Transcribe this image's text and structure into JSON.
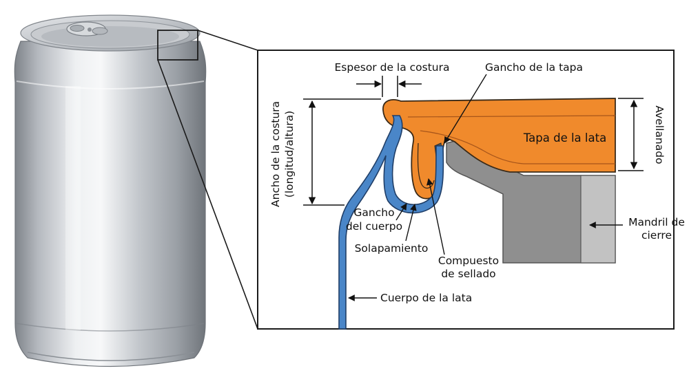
{
  "labels": {
    "seam_thickness": "Espesor de la costura",
    "cover_hook": "Gancho de la tapa",
    "seam_width_line1": "Ancho de la costura",
    "seam_width_line2": "(longitud/altura)",
    "countersink": "Avellanado",
    "can_end": "Tapa de la lata",
    "body_hook_line1": "Gancho",
    "body_hook_line2": "del cuerpo",
    "overlap": "Solapamiento",
    "sealing_compound_line1": "Compuesto",
    "sealing_compound_line2": "de sellado",
    "seaming_chuck_line1": "Mandril de",
    "seaming_chuck_line2": "cierre",
    "can_body": "Cuerpo de la lata"
  },
  "colors": {
    "can_end": "#f08a2c",
    "can_body": "#4a86c8",
    "chuck": "#8f8f8f",
    "can_metal": "#c9ccd1",
    "frame": "#1a1a1a"
  }
}
